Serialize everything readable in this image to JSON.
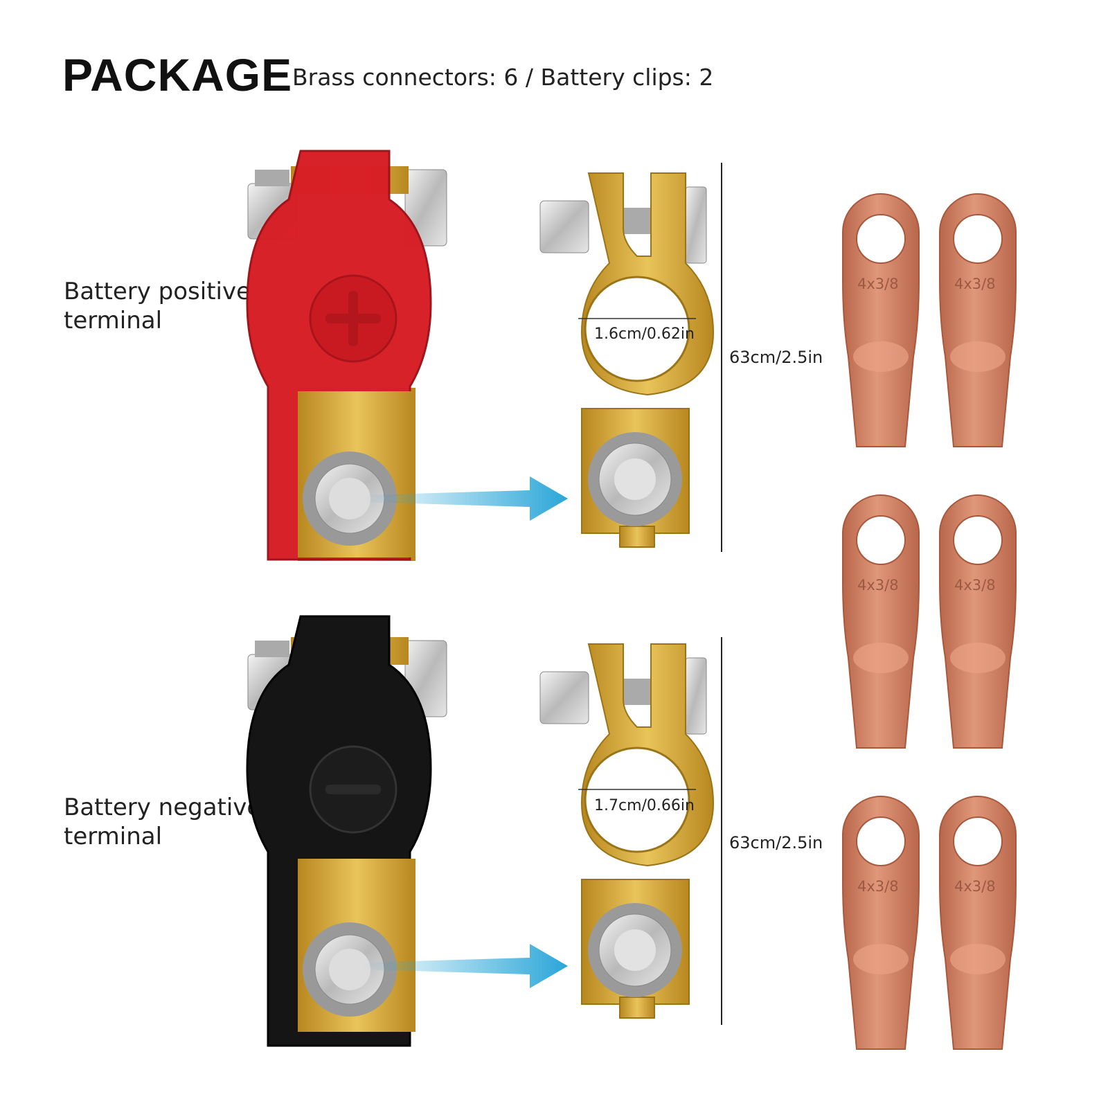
{
  "header": {
    "title": "PACKAGE",
    "subtitle": "Brass connectors: 6 / Battery clips: 2"
  },
  "positive": {
    "label_line1": "Battery positive",
    "label_line2": "terminal",
    "ring_diameter": "1.6cm/0.62in",
    "length": "63cm/2.5in",
    "cover_color": "#d81e26"
  },
  "negative": {
    "label_line1": "Battery negative",
    "label_line2": "terminal",
    "ring_diameter": "1.7cm/0.66in",
    "length": "63cm/2.5in",
    "cover_color": "#151515"
  },
  "lugs": {
    "marking": "4x3/8",
    "count": 6,
    "copper_color": "#c97a5e"
  },
  "colors": {
    "brass": "#d9b23c",
    "arrow": "#2aa6d8"
  }
}
